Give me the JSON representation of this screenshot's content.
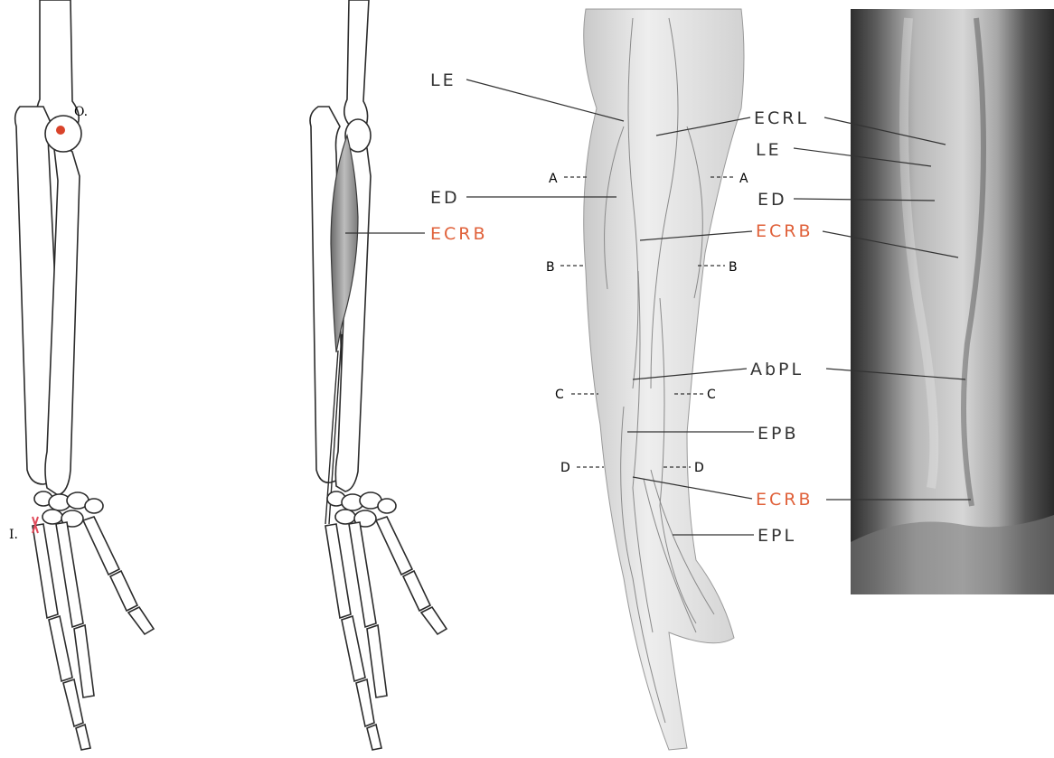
{
  "colors": {
    "ink": "#2b2b2b",
    "accent": "#e0613a",
    "origin_dot": "#d9432a",
    "insertion_mark": "#e04a5a",
    "photo_dark": "#3a3a3a",
    "photo_light": "#bdbdbd"
  },
  "panel1": {
    "origin_label": "O.",
    "insertion_label": "I."
  },
  "panel2": {
    "muscle_label": "ECRB"
  },
  "panel3": {
    "labels": {
      "le": "LE",
      "ecrl": "ECRL",
      "ed": "ED",
      "ecrb": "ECRB",
      "abpl": "AbPL",
      "epb": "EPB",
      "ecrb_tendon": "ECRB",
      "epl": "EPL"
    },
    "sections": {
      "a_left": "A",
      "a_right": "A",
      "b_left": "B",
      "b_right": "B",
      "c_left": "C",
      "c_right": "C",
      "d_left": "D",
      "d_right": "D"
    }
  },
  "panel4": {
    "labels": {
      "ecrl": "ECRL",
      "le": "LE",
      "ed": "ED",
      "ecrb": "ECRB",
      "abpl": "AbPL",
      "ecrb_tendon": "ECRB"
    }
  }
}
